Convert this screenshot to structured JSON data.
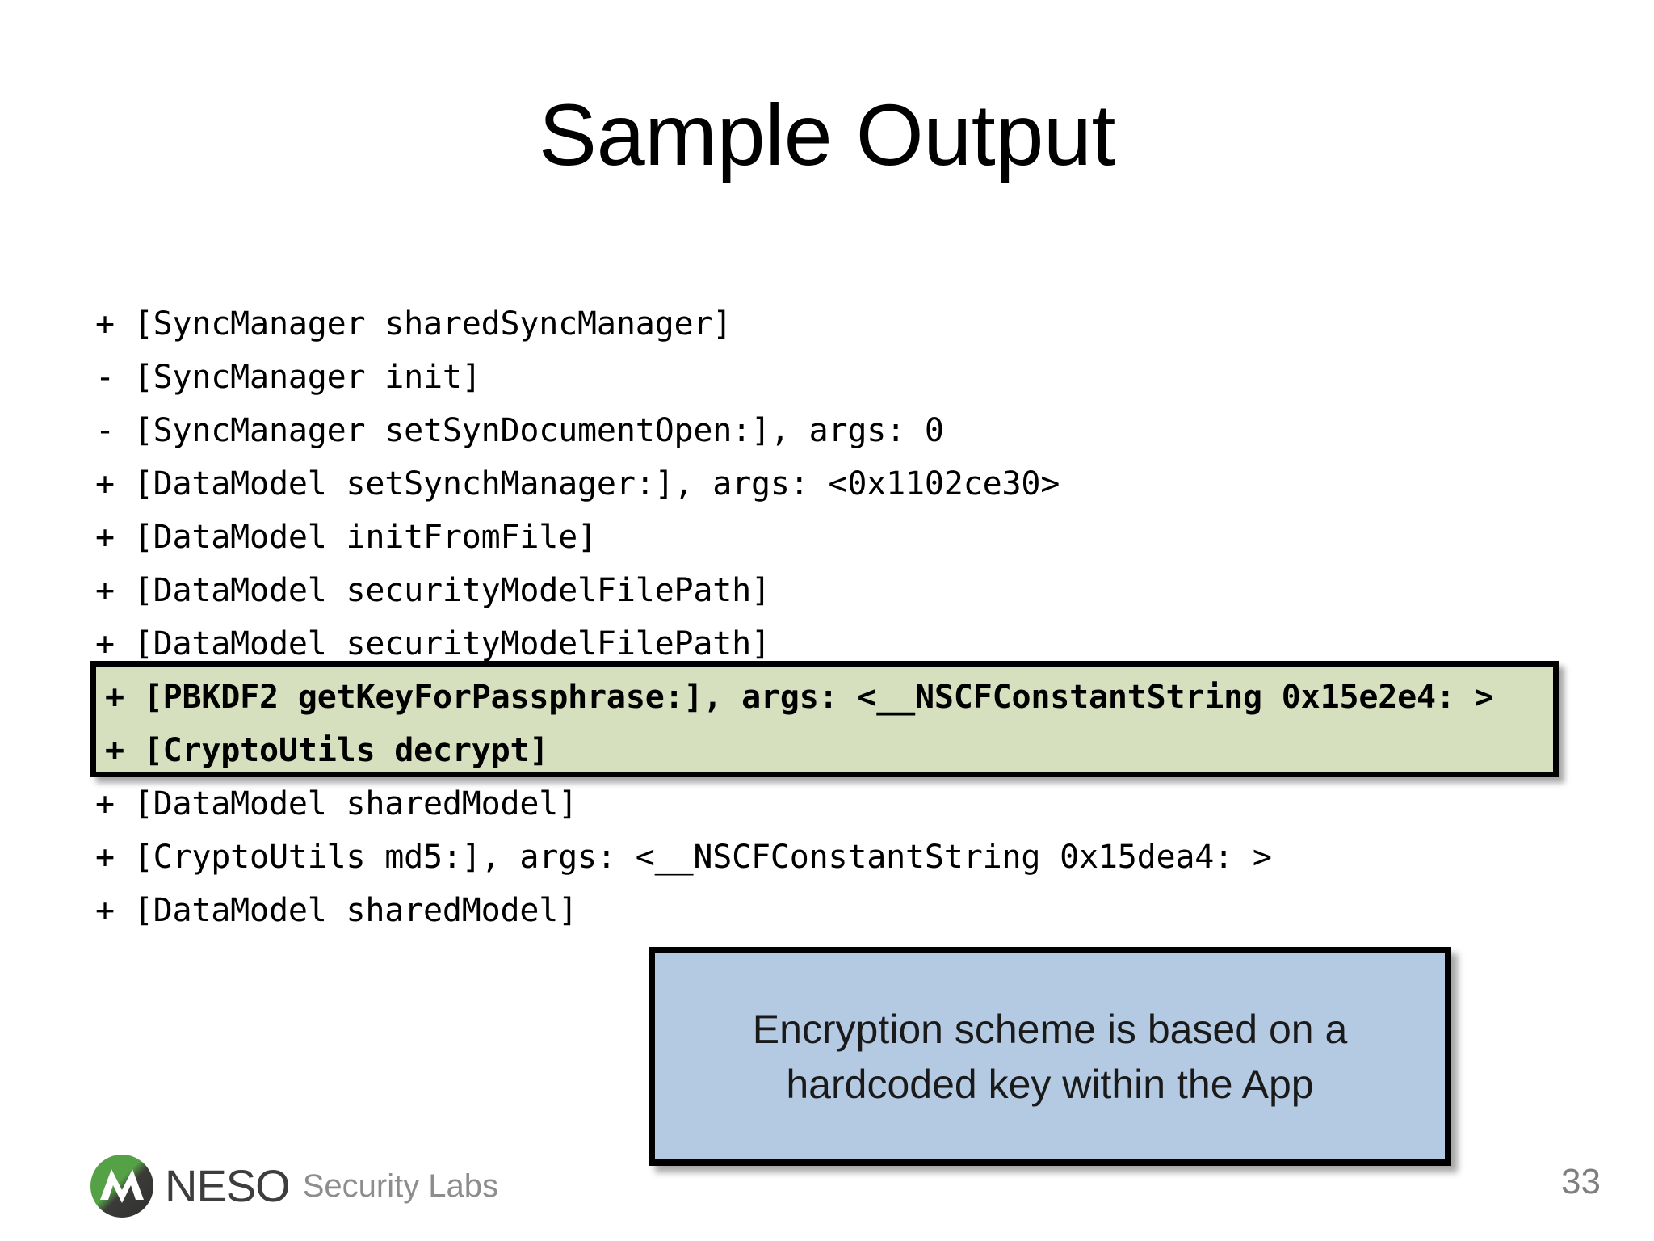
{
  "slide": {
    "title": "Sample Output",
    "page_number": "33"
  },
  "code_listing": {
    "lines": [
      {
        "text": "+ [SyncManager sharedSyncManager]",
        "highlighted": false
      },
      {
        "text": "- [SyncManager init]",
        "highlighted": false
      },
      {
        "text": "- [SyncManager setSynDocumentOpen:], args: 0",
        "highlighted": false
      },
      {
        "text": "+ [DataModel setSynchManager:], args: <0x1102ce30>",
        "highlighted": false
      },
      {
        "text": "+ [DataModel initFromFile]",
        "highlighted": false
      },
      {
        "text": "+ [DataModel securityModelFilePath]",
        "highlighted": false
      },
      {
        "text": "+ [DataModel securityModelFilePath]",
        "highlighted": false
      },
      {
        "text": "+ [PBKDF2 getKeyForPassphrase:], args: <__NSCFConstantString 0x15e2e4: >",
        "highlighted": true
      },
      {
        "text": "+ [CryptoUtils decrypt]",
        "highlighted": true
      },
      {
        "text": "+ [DataModel sharedModel]",
        "highlighted": false
      },
      {
        "text": "+ [CryptoUtils md5:], args: <__NSCFConstantString 0x15dea4: >",
        "highlighted": false
      },
      {
        "text": "+ [DataModel sharedModel]",
        "highlighted": false
      }
    ]
  },
  "highlight_box": {
    "fill_color": "#d6dfbe",
    "border_color": "#000000"
  },
  "callout": {
    "line1": "Encryption scheme is based on a",
    "line2": "hardcoded key within the App",
    "fill_color": "#b4cae2",
    "border_color": "#000000"
  },
  "logo": {
    "word": "NESO",
    "subtitle": "Security Labs",
    "green": "#54a245",
    "dark": "#33332f"
  }
}
